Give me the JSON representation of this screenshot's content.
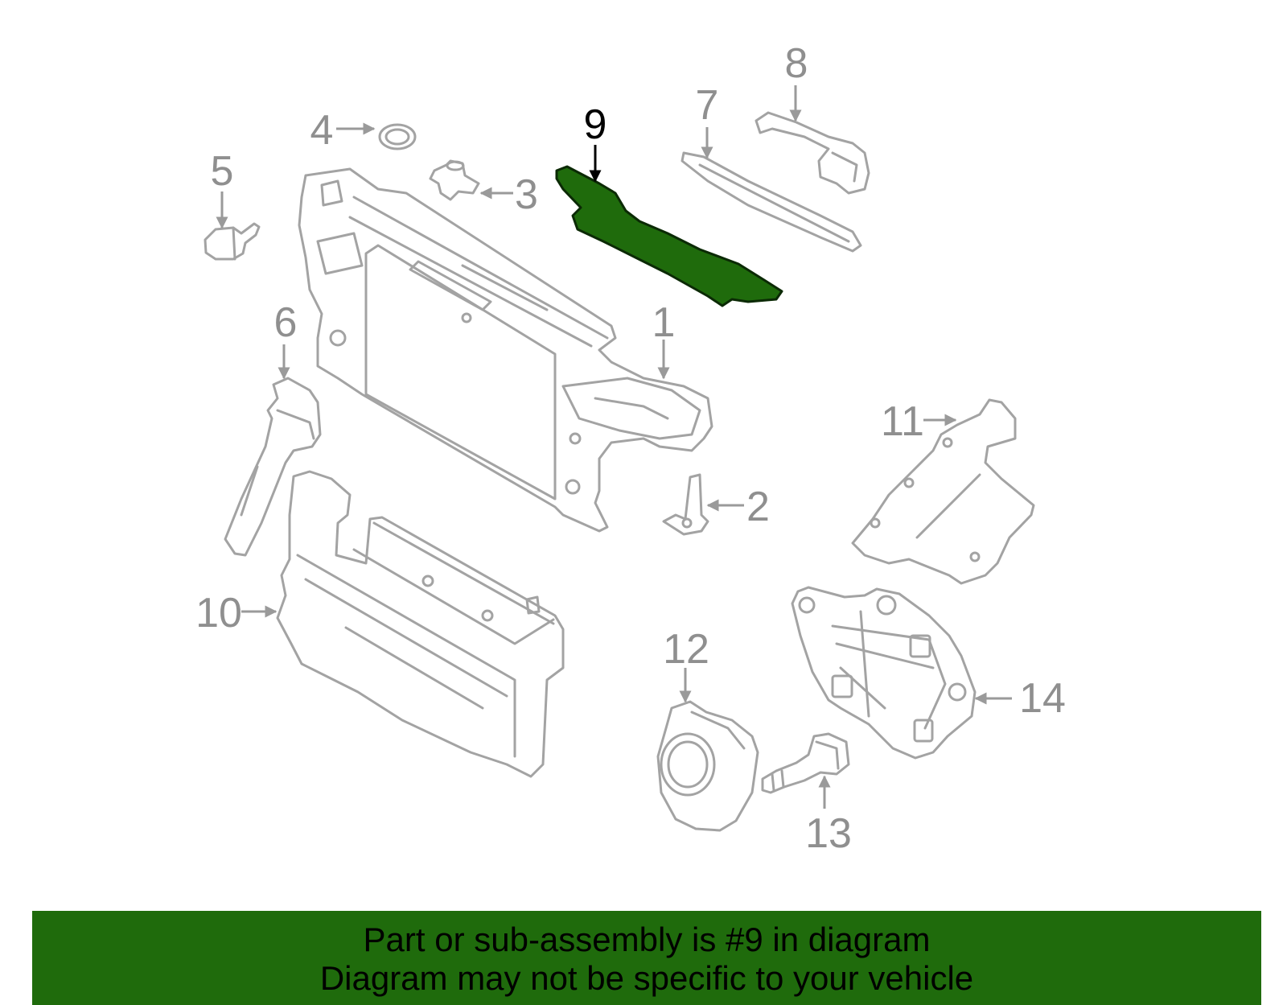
{
  "diagram": {
    "highlighted_callout": "9",
    "highlight_color": "#1f6b0c",
    "outline_color": "#a3a3a3",
    "callouts": {
      "c1": "1",
      "c2": "2",
      "c3": "3",
      "c4": "4",
      "c5": "5",
      "c6": "6",
      "c7": "7",
      "c8": "8",
      "c9": "9",
      "c10": "10",
      "c11": "11",
      "c12": "12",
      "c13": "13",
      "c14": "14"
    }
  },
  "footer": {
    "line1": "Part or sub-assembly is #9 in diagram",
    "line2": "Diagram may not be specific to your vehicle",
    "background": "#1f6b0c"
  }
}
